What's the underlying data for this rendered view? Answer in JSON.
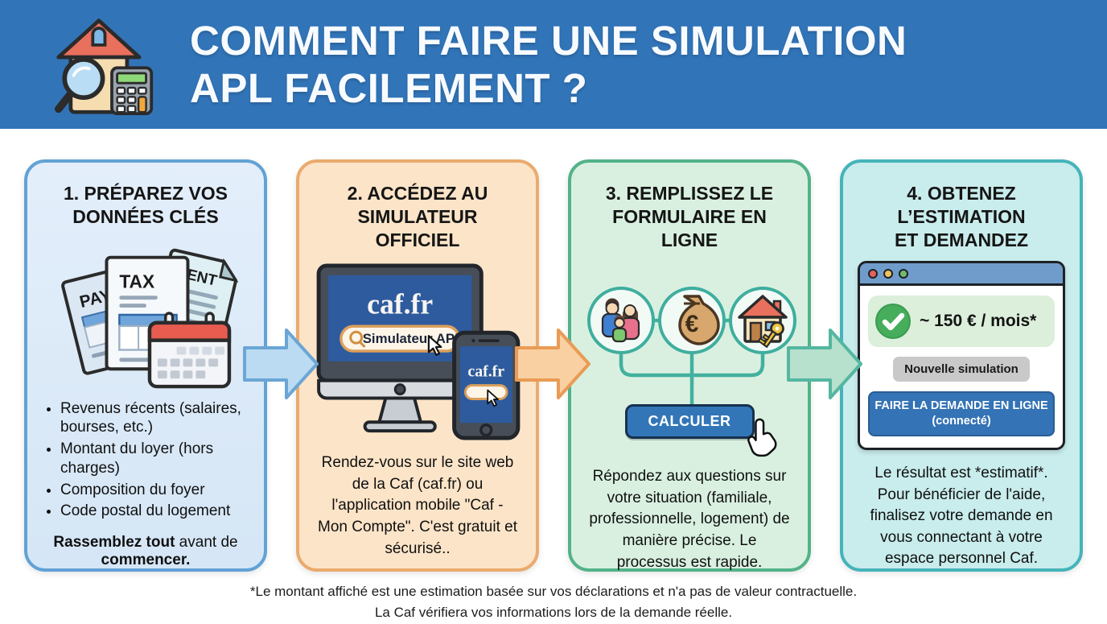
{
  "header": {
    "title_line1": "COMMENT FAIRE UNE SIMULATION",
    "title_line2": "APL FACILEMENT ?"
  },
  "steps": [
    {
      "title": "1. PRÉPAREZ VOS DONNÉES CLÉS",
      "documents": {
        "pay": "PAY",
        "tax": "TAX",
        "rent": "RENT"
      },
      "bullets": [
        "Revenus récents (salaires, bourses, etc.)",
        "Montant du loyer (hors charges)",
        "Composition du foyer",
        "Code postal du logement"
      ],
      "note": {
        "bold1": "Rassemblez tout",
        "regular": " avant de ",
        "bold2": "commencer."
      }
    },
    {
      "title": "2. ACCÉDEZ AU SIMULATEUR OFFICIEL",
      "monitor_site": "caf.fr",
      "search_text": "Simulateur APL",
      "phone_site": "caf.fr",
      "description": "Rendez-vous sur le site web de la Caf (caf.fr) ou l'application mobile \"Caf - Mon Compte\". C'est gratuit et sécurisé.."
    },
    {
      "title": "3. REMPLISSEZ LE FORMULAIRE EN LIGNE",
      "icons": [
        "family-icon",
        "money-bag-icon",
        "house-key-icon"
      ],
      "money_symbol": "€",
      "button_label": "CALCULER",
      "description": "Répondez aux questions sur votre situation (familiale, professionnelle, logement) de manière précise. Le processus est rapide."
    },
    {
      "title": "4. OBTENEZ L’ESTIMATION ET DEMANDEZ",
      "result_amount": "~ 150 € / mois*",
      "secondary_button": "Nouvelle simulation",
      "primary_button_line1": "FAIRE LA DEMANDE EN LIGNE",
      "primary_button_line2": "(connecté)",
      "description": "Le résultat est *estimatif*. Pour bénéficier de l'aide, finalisez votre demande en vous connectant à votre espace personnel Caf."
    }
  ],
  "footer": {
    "line1": "*Le montant affiché est une estimation basée sur vos déclarations et n'a pas de valeur contractuelle.",
    "line2": "La Caf vérifiera vos informations lors de la demande réelle."
  },
  "colors": {
    "header_blue": "#3174b8",
    "card1_border": "#62a2d5",
    "card2_border": "#eaab6e",
    "card3_border": "#53b289",
    "card4_border": "#45b4ba",
    "caf_blue": "#2e5b9e",
    "button_blue": "#3276b8",
    "success_green": "#45ad5b",
    "calendar_red": "#e85c50"
  }
}
